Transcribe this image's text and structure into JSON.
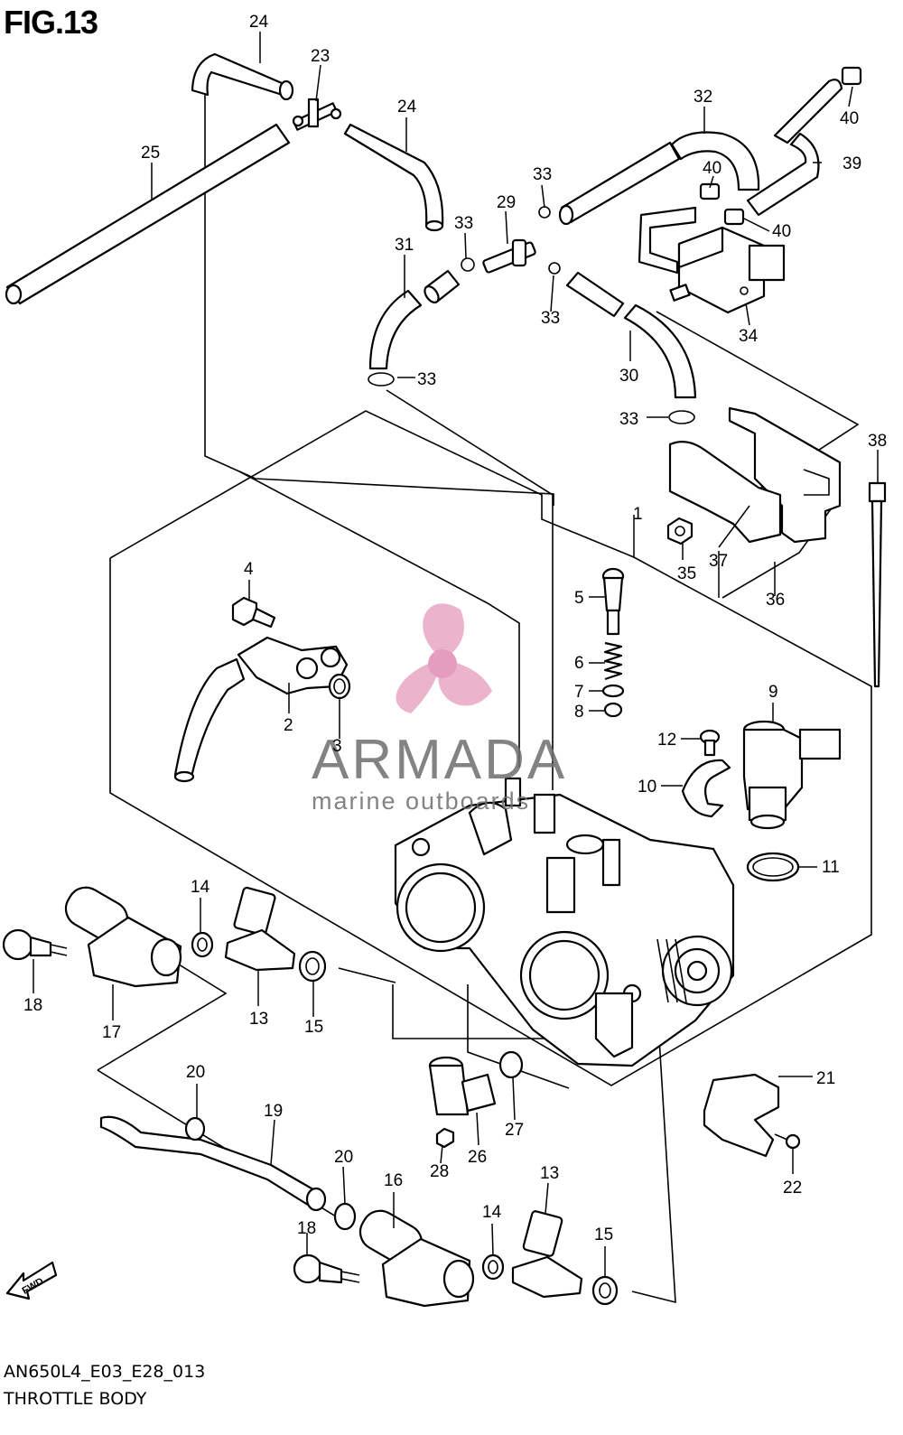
{
  "figure": {
    "title": "FIG.13",
    "code": "AN650L4_E03_E28_013",
    "name": "THROTTLE BODY",
    "fwd_label": "FWD"
  },
  "watermark": {
    "brand": "ARMADA",
    "tagline": "marine outboards",
    "color": "#e8a7c4"
  },
  "callouts": {
    "c1": "1",
    "c2": "2",
    "c3": "3",
    "c4": "4",
    "c5": "5",
    "c6": "6",
    "c7": "7",
    "c8": "8",
    "c9": "9",
    "c10": "10",
    "c11": "11",
    "c12": "12",
    "c13a": "13",
    "c13b": "13",
    "c14a": "14",
    "c14b": "14",
    "c15a": "15",
    "c15b": "15",
    "c16": "16",
    "c17": "17",
    "c18a": "18",
    "c18b": "18",
    "c19": "19",
    "c20a": "20",
    "c20b": "20",
    "c21": "21",
    "c22": "22",
    "c23": "23",
    "c24a": "24",
    "c24b": "24",
    "c25": "25",
    "c26": "26",
    "c27": "27",
    "c28": "28",
    "c29": "29",
    "c30": "30",
    "c31": "31",
    "c32": "32",
    "c33a": "33",
    "c33b": "33",
    "c33c": "33",
    "c33d": "33",
    "c33e": "33",
    "c34": "34",
    "c35": "35",
    "c36": "36",
    "c37": "37",
    "c38": "38",
    "c39": "39",
    "c40a": "40",
    "c40b": "40",
    "c40c": "40"
  }
}
